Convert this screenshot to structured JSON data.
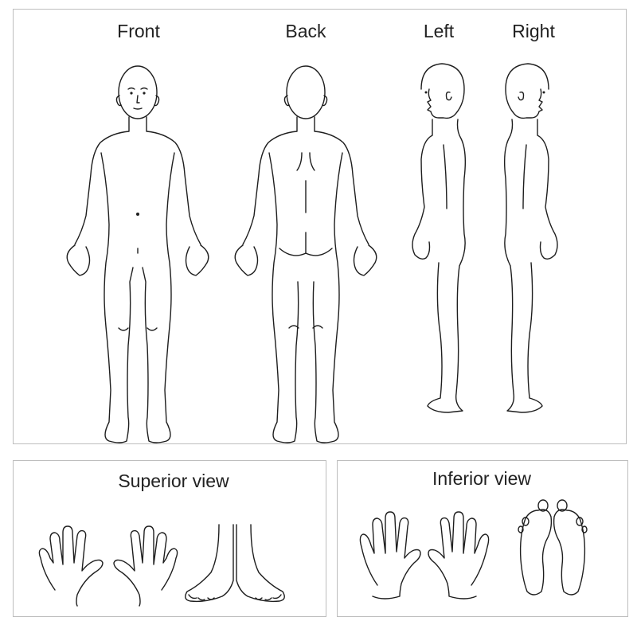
{
  "body_panel": {
    "labels": {
      "front": "Front",
      "back": "Back",
      "left": "Left",
      "right": "Right"
    }
  },
  "superior_panel": {
    "title": "Superior view"
  },
  "inferior_panel": {
    "title": "Inferior view"
  }
}
